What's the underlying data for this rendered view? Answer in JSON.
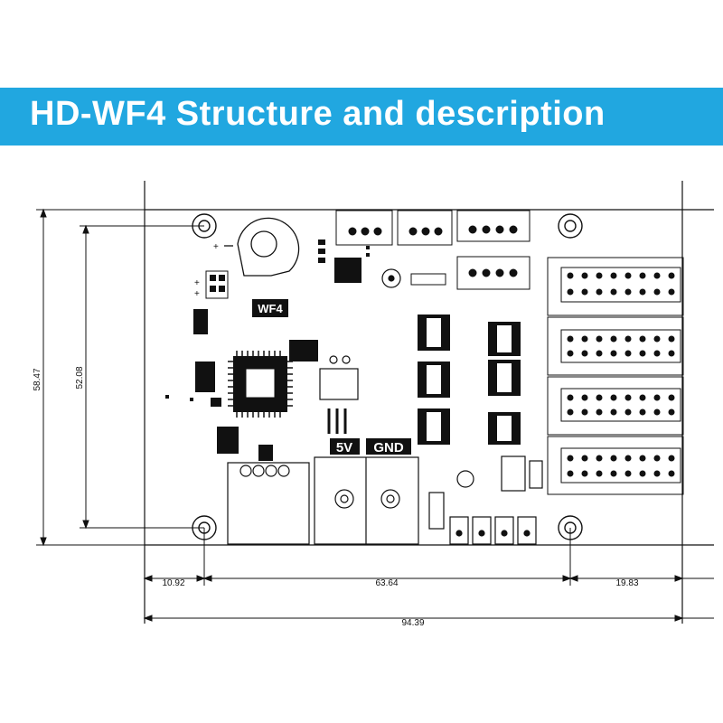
{
  "banner": {
    "title": "HD-WF4 Structure and description",
    "color": "#21a7e0"
  },
  "board": {
    "model_label": "WF4",
    "power_labels": {
      "v5": "5V",
      "gnd": "GND"
    },
    "plus_marks": [
      "+",
      "+",
      "+"
    ]
  },
  "dimensions": {
    "left_outer": "58.47",
    "left_inner": "52.08",
    "bottom_left": "10.92",
    "bottom_mid": "63.64",
    "bottom_right": "19.83",
    "bottom_total": "94.39"
  },
  "icons": [
    "mounting-hole-icon",
    "battery-icon",
    "chip-icon",
    "connector-icon",
    "pin-header-icon"
  ]
}
